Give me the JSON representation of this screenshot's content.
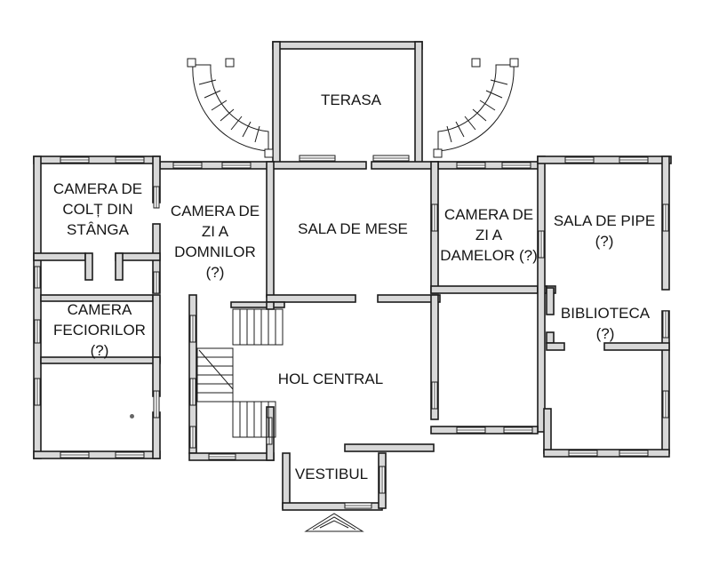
{
  "rooms": {
    "terasa": "TERASA",
    "camera_colt": [
      "CAMERA DE",
      "COLȚ DIN",
      "STÂNGA"
    ],
    "camera_domnilor": [
      "CAMERA DE",
      "ZI A",
      "DOMNILOR",
      "(?)"
    ],
    "sala_mese": "SALA DE MESE",
    "camera_damelor": [
      "CAMERA DE",
      "ZI A",
      "DAMELOR (?)"
    ],
    "sala_pipe": [
      "SALA DE PIPE",
      "(?)"
    ],
    "camera_feciorilor": [
      "CAMERA",
      "FECIORILOR",
      "(?)"
    ],
    "biblioteca": [
      "BIBLIOTECA",
      "(?)"
    ],
    "hol_central": "HOL CENTRAL",
    "vestibul": "VESTIBUL"
  }
}
